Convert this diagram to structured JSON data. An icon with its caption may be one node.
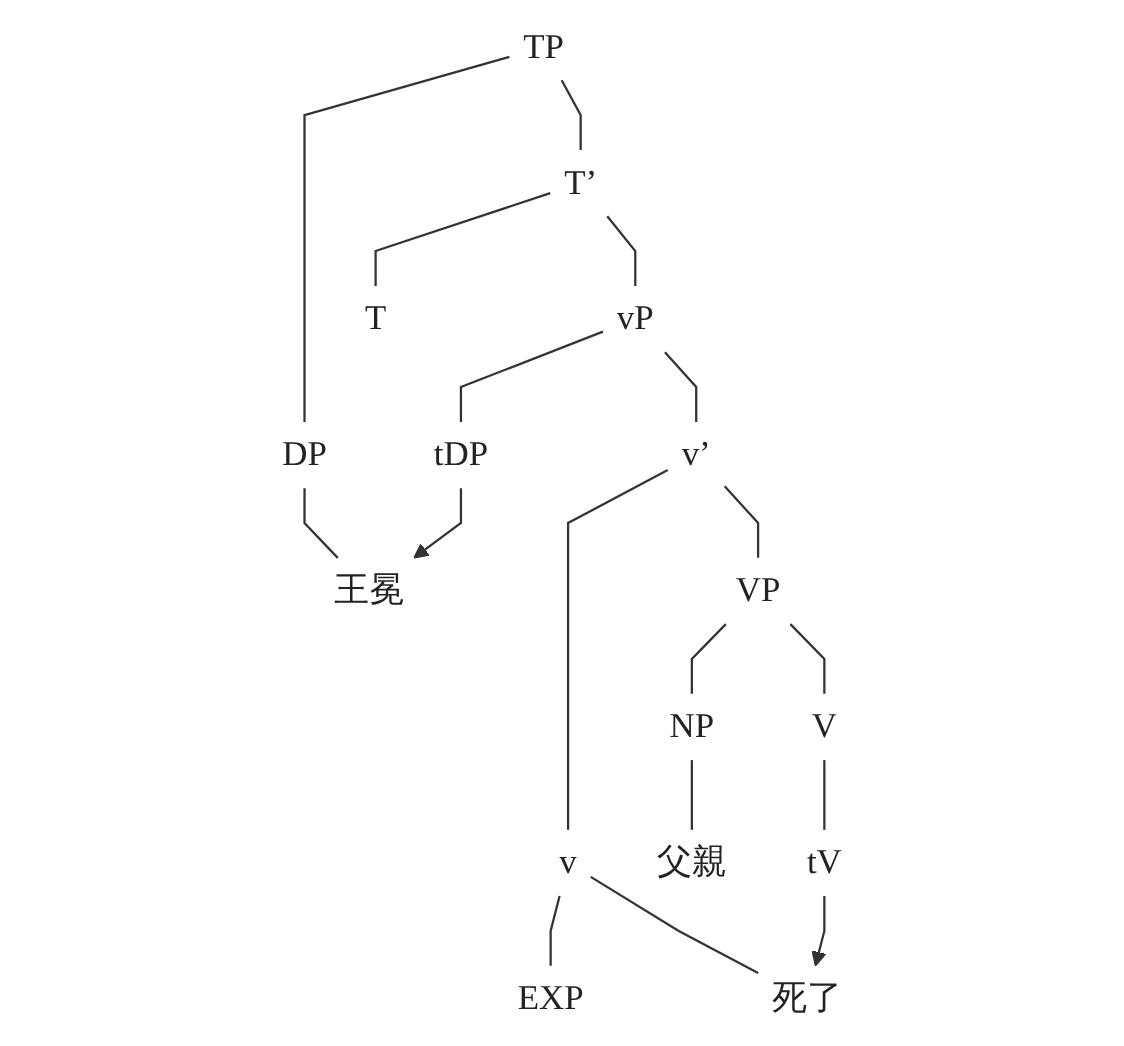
{
  "diagram": {
    "nodes": [
      {
        "text": [
          "TP"
        ]
      },
      {
        "text": [
          "DP"
        ]
      },
      {
        "text": [
          "T’"
        ]
      },
      {
        "text": [
          "王冕"
        ]
      },
      {
        "text": [
          "T"
        ]
      },
      {
        "text": [
          "vP"
        ]
      },
      {
        "text": [
          "tDP"
        ]
      },
      {
        "text": [
          "v’"
        ]
      },
      {
        "text": [
          "v"
        ]
      },
      {
        "text": [
          "VP"
        ]
      },
      {
        "text": [
          "EXP"
        ]
      },
      {
        "text": [
          "死了"
        ]
      },
      {
        "text": [
          "NP"
        ]
      },
      {
        "text": [
          "V"
        ]
      },
      {
        "text": [
          "父親"
        ]
      },
      {
        "text": [
          "tV"
        ]
      }
    ],
    "edges": [
      {
        "from": 0,
        "to": 1,
        "arrow": "none"
      },
      {
        "from": 0,
        "to": 2,
        "arrow": "none"
      },
      {
        "from": 1,
        "to": 3,
        "arrow": "none"
      },
      {
        "from": 2,
        "to": 4,
        "arrow": "none"
      },
      {
        "from": 2,
        "to": 5,
        "arrow": "none"
      },
      {
        "from": 5,
        "to": 6,
        "arrow": "none"
      },
      {
        "from": 5,
        "to": 7,
        "arrow": "none"
      },
      {
        "from": 7,
        "to": 8,
        "arrow": "none"
      },
      {
        "from": 7,
        "to": 9,
        "arrow": "none"
      },
      {
        "from": 8,
        "to": 10,
        "arrow": "none"
      },
      {
        "from": 8,
        "to": 11,
        "arrow": "none"
      },
      {
        "from": 9,
        "to": 12,
        "arrow": "none"
      },
      {
        "from": 9,
        "to": 13,
        "arrow": "none"
      },
      {
        "from": 12,
        "to": 14,
        "arrow": "none"
      },
      {
        "from": 13,
        "to": 15,
        "arrow": "none"
      },
      {
        "from": 6,
        "to": 3,
        "arrow": "to"
      },
      {
        "from": 15,
        "to": 11,
        "arrow": "to"
      }
    ]
  }
}
